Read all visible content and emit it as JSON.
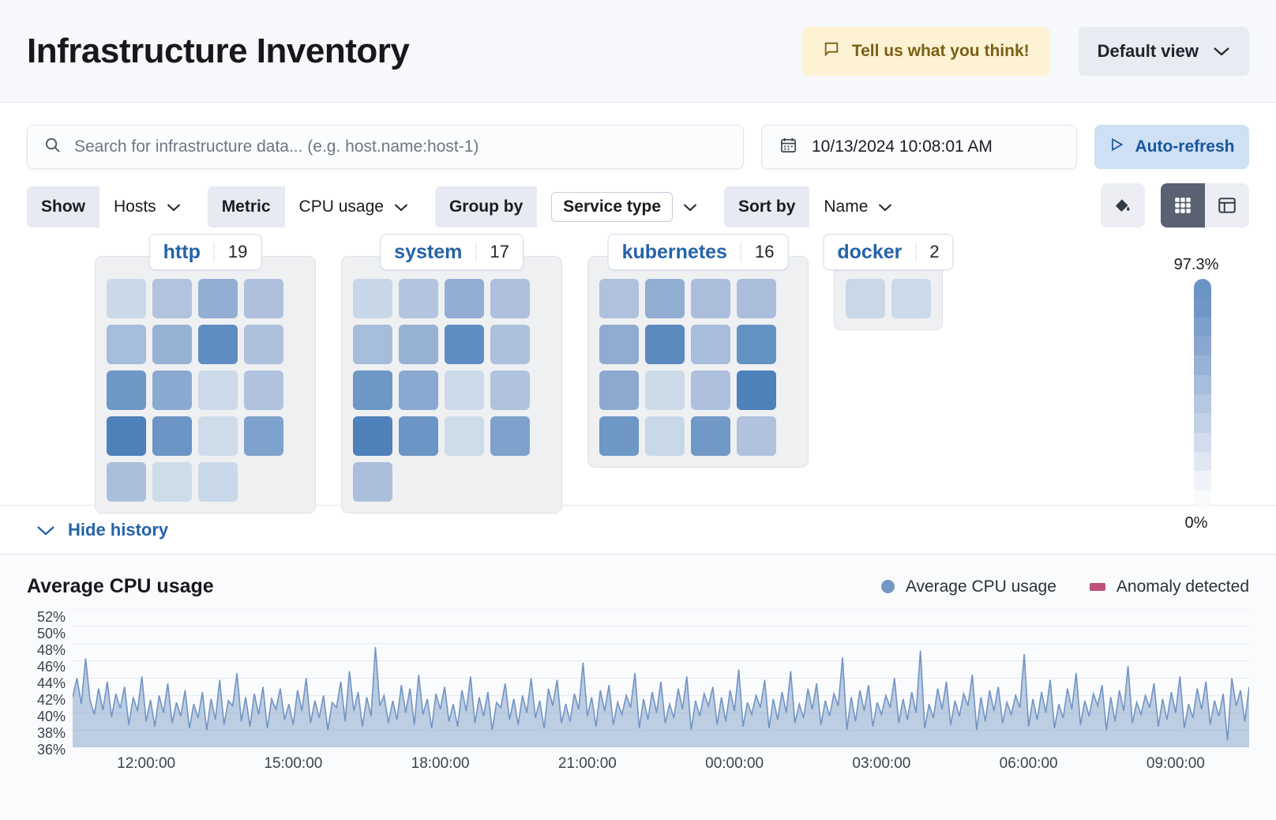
{
  "header": {
    "title": "Infrastructure Inventory",
    "feedback_label": "Tell us what you think!",
    "feedback_icon": "comment-icon",
    "view_label": "Default view",
    "view_chevron": "chevron-down-icon"
  },
  "search": {
    "placeholder": "Search for infrastructure data... (e.g. host.name:host-1)",
    "value": "",
    "icon": "search-icon"
  },
  "datepicker": {
    "value": "10/13/2024 10:08:01 AM",
    "icon": "calendar-icon"
  },
  "autorefresh": {
    "label": "Auto-refresh",
    "icon": "play-icon"
  },
  "filters": [
    {
      "label": "Show",
      "value": "Hosts",
      "boxed": false
    },
    {
      "label": "Metric",
      "value": "CPU usage",
      "boxed": false
    },
    {
      "label": "Group by",
      "value": "Service type",
      "boxed": true
    },
    {
      "label": "Sort by",
      "value": "Name",
      "boxed": false
    }
  ],
  "toolbar_right": {
    "legend_button_icon": "paint-bucket-icon",
    "map_view_icon": "grid-icon",
    "table_view_icon": "table-icon",
    "active_view": "map"
  },
  "legend": {
    "max": "97.3%",
    "min": "0%",
    "stops": [
      "#6b93c4",
      "#6f96c6",
      "#7d9fca",
      "#8aa8cf",
      "#98b2d5",
      "#a6bcdb",
      "#b5c7e1",
      "#c3d1e7",
      "#d2dced",
      "#e0e7f3",
      "#eff3f9",
      "#f8fafc"
    ]
  },
  "groups": [
    {
      "name": "http",
      "count": "19",
      "cells": [
        "#cad8e8",
        "#b2c3de",
        "#93aed3",
        "#aec0dd",
        "#a6bcdb",
        "#97b1d4",
        "#5f8cc0",
        "#adc0dd",
        "#6d97c5",
        "#8aa9d0",
        "#cbd9e9",
        "#b0c2de",
        "#4e80ba",
        "#6a95c4",
        "#cedce9",
        "#7ea2cb",
        "#abbedc",
        "#cedce9",
        "#c9d8e8"
      ]
    },
    {
      "name": "system",
      "count": "17",
      "cells": [
        "#c8d7e8",
        "#b3c4df",
        "#93aed3",
        "#aec0dd",
        "#a6bcdb",
        "#97b1d4",
        "#5f8cc0",
        "#adc0dd",
        "#6d97c5",
        "#8aa9d0",
        "#cbd9e9",
        "#b0c2de",
        "#4e80ba",
        "#6a95c4",
        "#cedce9",
        "#7ea2cb",
        "#abbedc"
      ]
    },
    {
      "name": "kubernetes",
      "count": "16",
      "cells": [
        "#afc1de",
        "#91adD2",
        "#aabedc",
        "#aabedc",
        "#8fabd1",
        "#5b89be",
        "#a8bcdb",
        "#6492c3",
        "#8caad0",
        "#cddbe9",
        "#aec0dd",
        "#4e80ba",
        "#6d97c5",
        "#c9d8e8",
        "#7099c6",
        "#b0c2de"
      ]
    },
    {
      "name": "docker",
      "count": "2",
      "cells": [
        "#c9d7e7",
        "#cbd9e9"
      ]
    }
  ],
  "history": {
    "toggle_label": "Hide history",
    "toggle_icon": "chevron-down-icon"
  },
  "chart_data": {
    "type": "area",
    "title": "Average CPU usage",
    "xlabel": "",
    "ylabel": "",
    "ylim": [
      36,
      52
    ],
    "yticks": [
      "52%",
      "50%",
      "48%",
      "46%",
      "44%",
      "42%",
      "40%",
      "38%",
      "36%"
    ],
    "xticks": [
      "12:00:00",
      "15:00:00",
      "18:00:00",
      "21:00:00",
      "00:00:00",
      "03:00:00",
      "06:00:00",
      "09:00:00"
    ],
    "grid": true,
    "legend_position": "top-right",
    "series": [
      {
        "name": "Average CPU usage",
        "color": "#7496c4",
        "values": [
          41.8,
          44.0,
          41.0,
          46.3,
          41.5,
          39.8,
          42.8,
          40.3,
          43.6,
          39.5,
          42.2,
          40.5,
          43.0,
          38.6,
          41.8,
          40.2,
          44.2,
          39.0,
          41.5,
          38.4,
          42.0,
          40.0,
          43.4,
          38.8,
          41.2,
          39.6,
          42.6,
          38.2,
          41.0,
          39.4,
          42.4,
          38.0,
          41.6,
          39.2,
          43.8,
          38.6,
          41.4,
          40.8,
          44.6,
          39.0,
          41.8,
          38.4,
          42.2,
          39.8,
          43.0,
          38.2,
          41.6,
          40.4,
          42.8,
          39.2,
          41.0,
          38.6,
          42.6,
          40.2,
          44.0,
          38.8,
          41.4,
          39.4,
          42.0,
          38.0,
          41.2,
          40.6,
          43.6,
          39.0,
          44.8,
          40.2,
          42.4,
          38.4,
          41.8,
          39.6,
          47.6,
          40.8,
          42.0,
          38.8,
          41.4,
          39.2,
          43.2,
          40.0,
          42.8,
          38.6,
          44.4,
          39.8,
          41.6,
          38.2,
          42.2,
          40.4,
          43.0,
          39.0,
          41.0,
          38.4,
          42.6,
          40.2,
          44.2,
          38.8,
          41.8,
          39.6,
          42.4,
          38.0,
          41.2,
          40.6,
          43.4,
          39.2,
          41.6,
          38.6,
          42.0,
          40.0,
          44.0,
          39.4,
          41.4,
          38.2,
          42.8,
          40.8,
          43.8,
          38.8,
          41.0,
          39.0,
          42.2,
          40.4,
          45.8,
          39.6,
          41.8,
          38.4,
          42.6,
          40.2,
          43.2,
          38.6,
          41.2,
          39.8,
          42.0,
          40.6,
          44.6,
          38.2,
          41.6,
          39.2,
          42.4,
          40.0,
          43.6,
          38.8,
          41.0,
          39.4,
          42.8,
          40.4,
          44.2,
          38.0,
          41.4,
          39.6,
          42.2,
          40.8,
          43.0,
          38.6,
          41.8,
          39.0,
          42.6,
          40.2,
          45.0,
          38.4,
          41.2,
          39.8,
          42.0,
          40.6,
          43.8,
          38.2,
          41.6,
          39.2,
          42.4,
          40.0,
          44.8,
          38.8,
          41.0,
          39.4,
          42.8,
          40.4,
          43.4,
          38.6,
          41.4,
          39.6,
          42.2,
          40.8,
          46.4,
          38.0,
          41.8,
          39.0,
          42.6,
          40.2,
          43.2,
          38.4,
          41.2,
          39.8,
          42.0,
          40.6,
          44.0,
          38.8,
          41.6,
          39.2,
          42.4,
          40.0,
          47.2,
          38.2,
          41.0,
          39.4,
          42.8,
          40.4,
          43.6,
          38.6,
          41.4,
          39.6,
          42.2,
          40.8,
          44.4,
          38.0,
          41.8,
          39.0,
          42.6,
          40.2,
          43.0,
          38.8,
          41.2,
          39.8,
          42.0,
          40.6,
          46.8,
          38.4,
          41.6,
          39.2,
          42.4,
          40.0,
          43.8,
          38.2,
          41.0,
          39.4,
          42.8,
          40.4,
          44.6,
          38.6,
          41.4,
          39.6,
          42.2,
          40.8,
          43.2,
          38.0,
          41.8,
          39.0,
          42.6,
          40.2,
          45.4,
          38.8,
          41.2,
          39.8,
          42.0,
          40.6,
          43.4,
          38.4,
          41.6,
          39.2,
          42.4,
          40.0,
          44.2,
          38.2,
          41.0,
          39.4,
          42.8,
          40.4,
          43.6,
          38.6,
          41.4,
          39.6,
          42.2,
          36.8,
          44.0,
          40.8,
          42.6,
          39.0,
          43.0
        ]
      }
    ]
  }
}
